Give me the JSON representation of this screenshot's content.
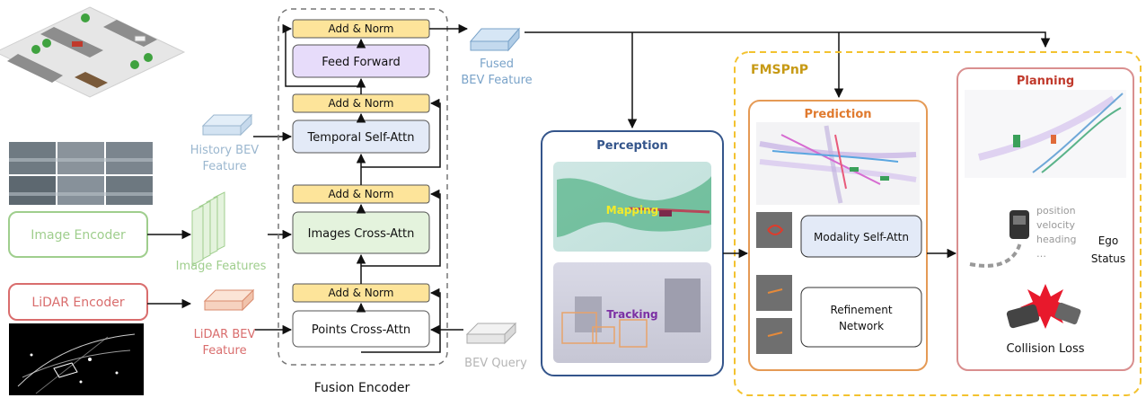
{
  "fusion": {
    "caption": "Fusion Encoder",
    "add_norm": "Add & Norm",
    "feed_forward": "Feed Forward",
    "temporal_self_attn": "Temporal Self-Attn",
    "images_cross_attn": "Images Cross-Attn",
    "points_cross_attn": "Points Cross-Attn"
  },
  "inputs": {
    "image_encoder": "Image Encoder",
    "lidar_encoder": "LiDAR Encoder",
    "image_features": "Image Features",
    "lidar_bev_feature": [
      "LiDAR BEV",
      "Feature"
    ],
    "history_bev_feature": [
      "History BEV",
      "Feature"
    ],
    "bev_query": "BEV Query"
  },
  "fused": [
    "Fused",
    "BEV Feature"
  ],
  "perception": {
    "title": "Perception",
    "mapping_label": "Mapping",
    "tracking_label": "Tracking"
  },
  "fmspnp": {
    "title": "FMSPnP",
    "prediction": {
      "title": "Prediction",
      "modality_self_attn": "Modality Self-Attn",
      "refinement_network": [
        "Refinement",
        "Network"
      ]
    },
    "planning": {
      "title": "Planning",
      "ego_state_items": [
        "position",
        "velocity",
        "heading",
        "…"
      ],
      "ego_status": [
        "Ego",
        "Status"
      ],
      "collision_loss": "Collision Loss"
    }
  },
  "colors": {
    "add_norm_fill": "#fde49a",
    "feed_forward_fill": "#e7dcfa",
    "temporal_fill": "#e3eaf7",
    "images_fill": "#e4f3dd",
    "points_fill": "#ffffff",
    "perception_border": "#34558b",
    "prediction_border": "#e59a55",
    "planning_border": "#d98f8f",
    "fmspnp_border": "#f3c22f",
    "image_encoder": "#9fce8d",
    "lidar_encoder": "#d96d6d",
    "fused_text": "#7aa3c9",
    "history_text": "#9bb7cf",
    "planning_text": "#c0392b",
    "prediction_text": "#e07a2e",
    "fmspnp_text": "#c79a15"
  }
}
